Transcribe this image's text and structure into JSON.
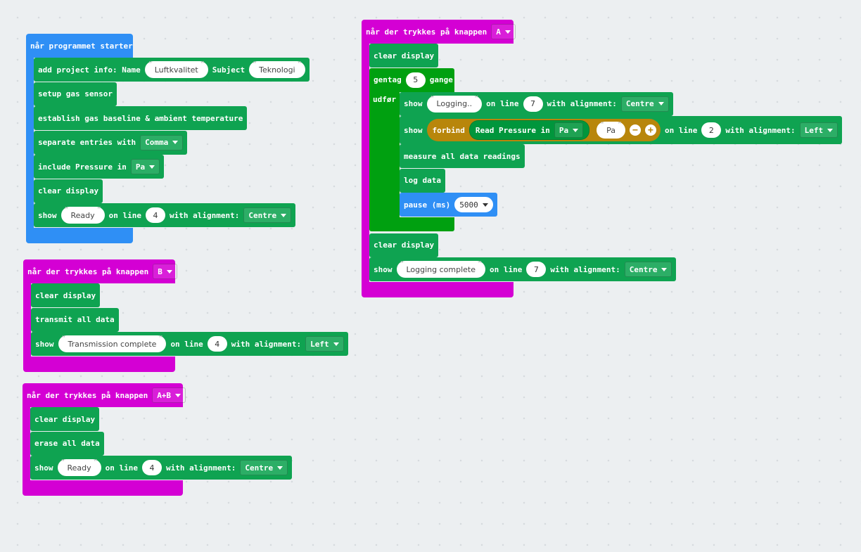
{
  "colors": {
    "events_blue": "#2f8ff5",
    "events_magenta": "#d400d4",
    "blocks_green": "#0fa351",
    "loop_green": "#00a010",
    "text_gold": "#b8860b"
  },
  "stack1": {
    "hat": "når programmet starter",
    "b1": {
      "label": "add project info: Name",
      "name_value": "Luftkvalitet",
      "subject_label": "Subject",
      "subject_value": "Teknologi"
    },
    "b2": "setup gas sensor",
    "b3": "establish gas baseline & ambient temperature",
    "b4": {
      "label": "separate entries with",
      "value": "Comma"
    },
    "b5": {
      "label": "include Pressure in",
      "value": "Pa"
    },
    "b6": "clear display",
    "b7": {
      "label": "show",
      "text": "Ready",
      "online": "on line",
      "line": "4",
      "align_label": "with alignment:",
      "align": "Centre"
    }
  },
  "stack2": {
    "hat": "når der trykkes på knappen",
    "button": "B",
    "b1": "clear display",
    "b2": "transmit all data",
    "b3": {
      "label": "show",
      "text": "Transmission complete",
      "online": "on line",
      "line": "4",
      "align_label": "with alignment:",
      "align": "Left"
    }
  },
  "stack3": {
    "hat": "når der trykkes på knappen",
    "button": "A+B",
    "b1": "clear display",
    "b2": "erase all data",
    "b3": {
      "label": "show",
      "text": "Ready",
      "online": "on line",
      "line": "4",
      "align_label": "with alignment:",
      "align": "Centre"
    }
  },
  "stack4": {
    "hat": "når der trykkes på knappen",
    "button": "A",
    "b1": "clear display",
    "repeat": {
      "label": "gentag",
      "count": "5",
      "suffix": "gange",
      "do": "udfør"
    },
    "inner": {
      "s1": {
        "label": "show",
        "text": "Logging..",
        "online": "on line",
        "line": "7",
        "align_label": "with alignment:",
        "align": "Centre"
      },
      "s2": {
        "label": "show",
        "join": "forbind",
        "read": "Read Pressure in",
        "unit": "Pa",
        "text": "Pa",
        "online": "on line",
        "line": "2",
        "align_label": "with alignment:",
        "align": "Left"
      },
      "s3": "measure all data readings",
      "s4": "log data",
      "s5": {
        "label": "pause (ms)",
        "value": "5000"
      }
    },
    "b2": "clear display",
    "b3": {
      "label": "show",
      "text": "Logging complete",
      "online": "on line",
      "line": "7",
      "align_label": "with alignment:",
      "align": "Centre"
    }
  }
}
